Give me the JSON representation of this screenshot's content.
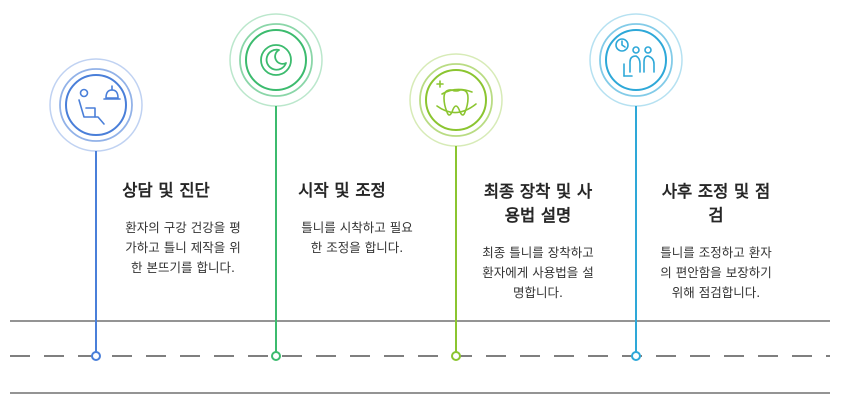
{
  "colors": {
    "step1": "#4a7fd9",
    "step2": "#3cbb6e",
    "step3": "#8bc530",
    "step4": "#2ea8d8",
    "road": "#555555",
    "background": "#ffffff"
  },
  "steps": [
    {
      "title": "상담 및 진단",
      "description": "환자의 구강 건강을 평\n가하고 틀니 제작을 위\n한 본뜨기를 합니다.",
      "icon": "dentist-chair-icon"
    },
    {
      "title": "시작 및 조정",
      "description": "틀니를 시착하고 필요\n한 조정을 합니다.",
      "icon": "moon-icon"
    },
    {
      "title": "최종 장착 및 사\n용법 설명",
      "description": "최종 틀니를 장착하고\n환자에게 사용법을 설\n명합니다.",
      "icon": "tooth-icon"
    },
    {
      "title": "사후 조정 및 점\n검",
      "description": "틀니를 조정하고 환자\n의 편안함을 보장하기\n위해 점검합니다.",
      "icon": "waiting-room-icon"
    }
  ]
}
